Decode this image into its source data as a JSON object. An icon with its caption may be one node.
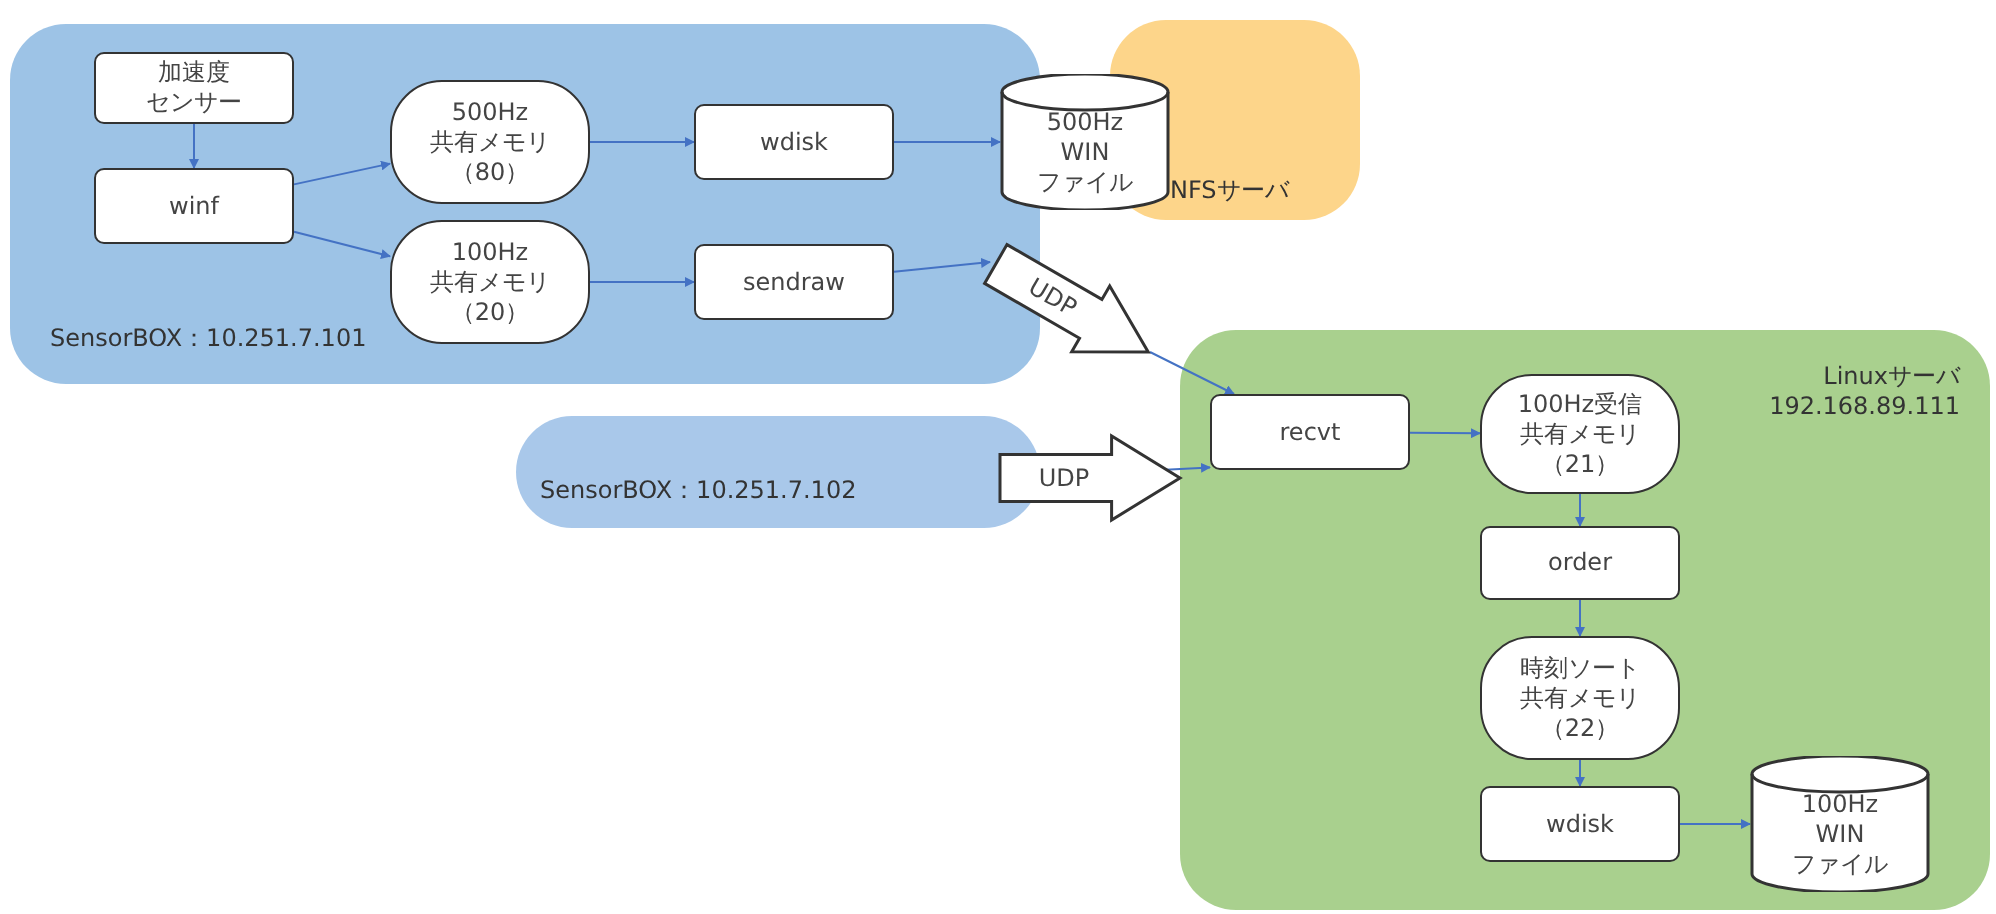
{
  "diagram": {
    "nodes": [
      {
        "text": [
          "SensorBOX：10.251.7.101"
        ]
      },
      {
        "text": [
          "加速度センサー"
        ],
        "in": 0
      },
      {
        "text": [
          "winf"
        ],
        "in": 0
      },
      {
        "text": [
          "500Hz共有メモリ（80）"
        ],
        "in": 0
      },
      {
        "text": [
          "100Hz共有メモリ（20）"
        ],
        "in": 0
      },
      {
        "text": [
          "wdisk"
        ],
        "in": 0
      },
      {
        "text": [
          "sendraw"
        ],
        "in": 0
      },
      {
        "text": [
          "NFSサーバ"
        ]
      },
      {
        "text": [
          "500Hz WIN ファイル"
        ]
      },
      {
        "text": [
          "UDP"
        ]
      },
      {
        "text": [
          "SensorBOX：10.251.7.102"
        ]
      },
      {
        "text": [
          "Linuxサーバ 192.168.89.111"
        ]
      },
      {
        "text": [
          "recvt"
        ],
        "in": 11
      },
      {
        "text": [
          "100Hz受信共有メモリ（21）"
        ],
        "in": 11
      },
      {
        "text": [
          "order"
        ],
        "in": 11
      },
      {
        "text": [
          "時刻ソート共有メモリ（22）"
        ],
        "in": 11
      },
      {
        "text": [
          "wdisk"
        ],
        "in": 11
      },
      {
        "text": [
          "100Hz WIN ファイル"
        ],
        "in": 11
      }
    ],
    "edges": [
      {
        "from": 1,
        "to": 2,
        "arrow": "to"
      },
      {
        "from": 2,
        "to": 3,
        "arrow": "to"
      },
      {
        "from": 2,
        "to": 4,
        "arrow": "to"
      },
      {
        "from": 3,
        "to": 5,
        "arrow": "to"
      },
      {
        "from": 4,
        "to": 6,
        "arrow": "to"
      },
      {
        "from": 5,
        "to": 8,
        "arrow": "to"
      },
      {
        "from": 6,
        "to": 9,
        "arrow": "to"
      },
      {
        "from": 9,
        "to": 12,
        "arrow": "to"
      },
      {
        "from": 10,
        "to": 12,
        "arrow": "to",
        "label": "UDP"
      },
      {
        "from": 12,
        "to": 13,
        "arrow": "to"
      },
      {
        "from": 13,
        "to": 14,
        "arrow": "to"
      },
      {
        "from": 14,
        "to": 15,
        "arrow": "to"
      },
      {
        "from": 15,
        "to": 16,
        "arrow": "to"
      },
      {
        "from": 16,
        "to": 17,
        "arrow": "to"
      }
    ]
  }
}
